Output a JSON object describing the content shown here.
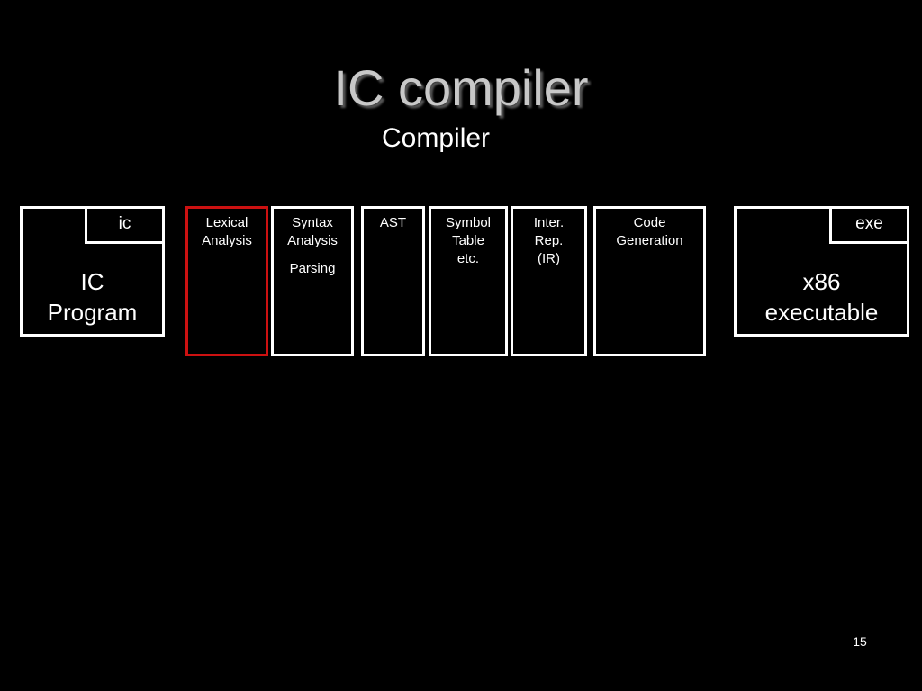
{
  "slide": {
    "title": "IC compiler",
    "subtitle": "Compiler",
    "page_number": "15"
  },
  "input_file": {
    "tag": "ic",
    "label": "IC\nProgram"
  },
  "output_file": {
    "tag": "exe",
    "label": "x86\nexecutable"
  },
  "stages": [
    {
      "label": "Lexical\nAnalysis",
      "sub": "",
      "highlighted": true
    },
    {
      "label": "Syntax\nAnalysis",
      "sub": "Parsing",
      "highlighted": false
    },
    {
      "label": "AST",
      "sub": "",
      "highlighted": false
    },
    {
      "label": "Symbol\nTable\netc.",
      "sub": "",
      "highlighted": false
    },
    {
      "label": "Inter.\nRep.\n(IR)",
      "sub": "",
      "highlighted": false
    },
    {
      "label": "Code\nGeneration",
      "sub": "",
      "highlighted": false
    }
  ],
  "colors": {
    "background": "#000000",
    "title": "#c8c8c8",
    "box_border": "#ffffff",
    "highlight_border": "#cc1111"
  }
}
